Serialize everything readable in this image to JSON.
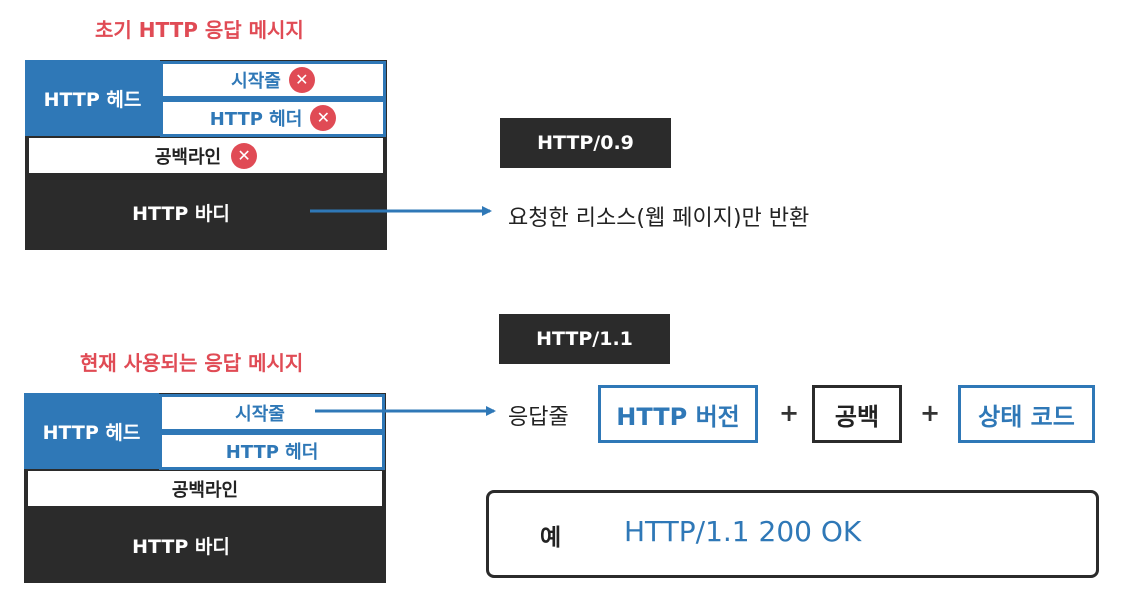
{
  "top": {
    "title": "초기 HTTP 응답 메시지",
    "head_label": "HTTP  헤드",
    "start_line": "시작줄",
    "http_header": "HTTP 헤더",
    "blank_line": "공백라인",
    "http_body": "HTTP 바디",
    "version": "HTTP/0.9",
    "result_text": "요청한 리소스(웹 페이지)만 반환"
  },
  "bottom": {
    "title": "현재 사용되는 응답 메시지",
    "head_label": "HTTP  헤드",
    "start_line": "시작줄",
    "http_header": "HTTP 헤더",
    "blank_line": "공백라인",
    "http_body": "HTTP 바디",
    "version": "HTTP/1.1",
    "response_line": "응답줄",
    "component_version": "HTTP 버전",
    "plus": "+",
    "component_space": "공백",
    "component_status": "상태 코드",
    "example_label": "예",
    "example_value": "HTTP/1.1 200 OK"
  },
  "colors": {
    "accent_blue": "#2f78b7",
    "title_red": "#e04b55",
    "dark": "#2b2b2b"
  },
  "icons": {
    "unsupported": "x-circle-icon"
  }
}
